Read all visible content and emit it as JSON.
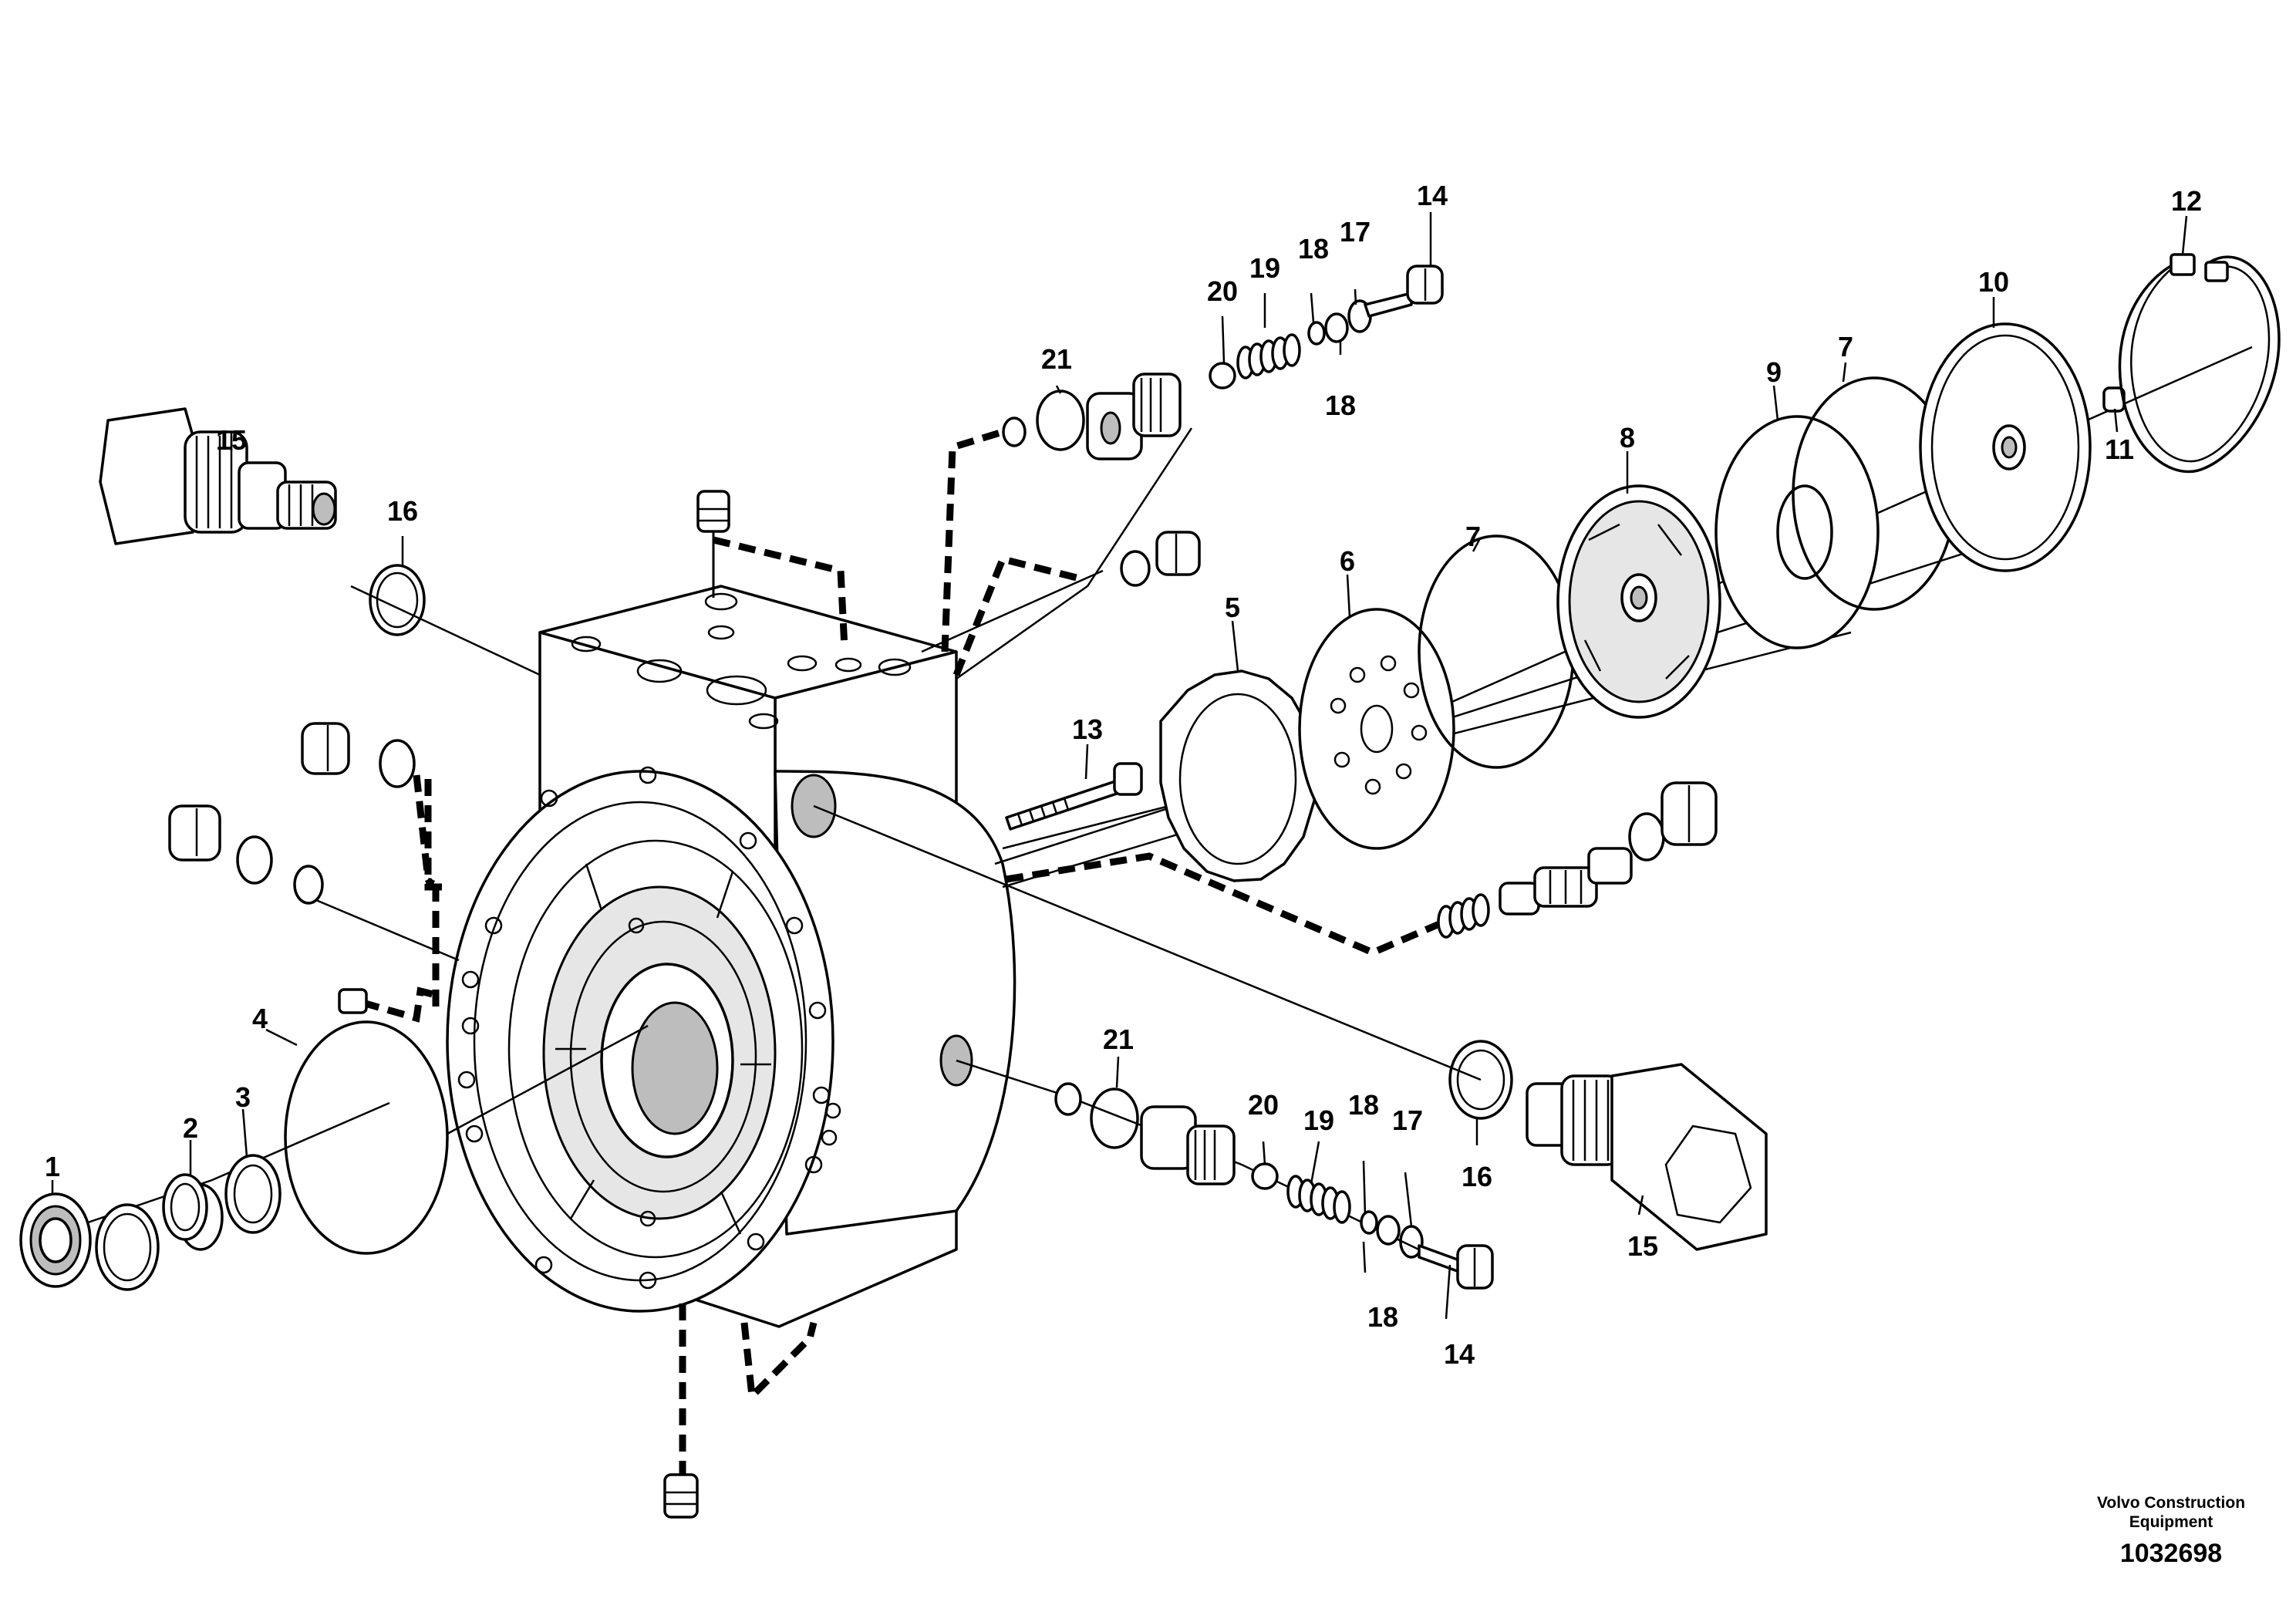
{
  "labels": {
    "l1": "1",
    "l2": "2",
    "l3": "3",
    "l4": "4",
    "l5": "5",
    "l6": "6",
    "l7a": "7",
    "l7b": "7",
    "l8": "8",
    "l9": "9",
    "l10": "10",
    "l11": "11",
    "l12": "12",
    "l13": "13",
    "l14a": "14",
    "l14b": "14",
    "l15a": "15",
    "l15b": "15",
    "l16a": "16",
    "l16b": "16",
    "l17a": "17",
    "l17b": "17",
    "l18a": "18",
    "l18b": "18",
    "l18c": "18",
    "l18d": "18",
    "l19a": "19",
    "l19b": "19",
    "l20a": "20",
    "l20b": "20",
    "l21a": "21",
    "l21b": "21"
  },
  "credit": {
    "line1": "Volvo Construction",
    "line2": "Equipment",
    "drawing_number": "1032698"
  }
}
